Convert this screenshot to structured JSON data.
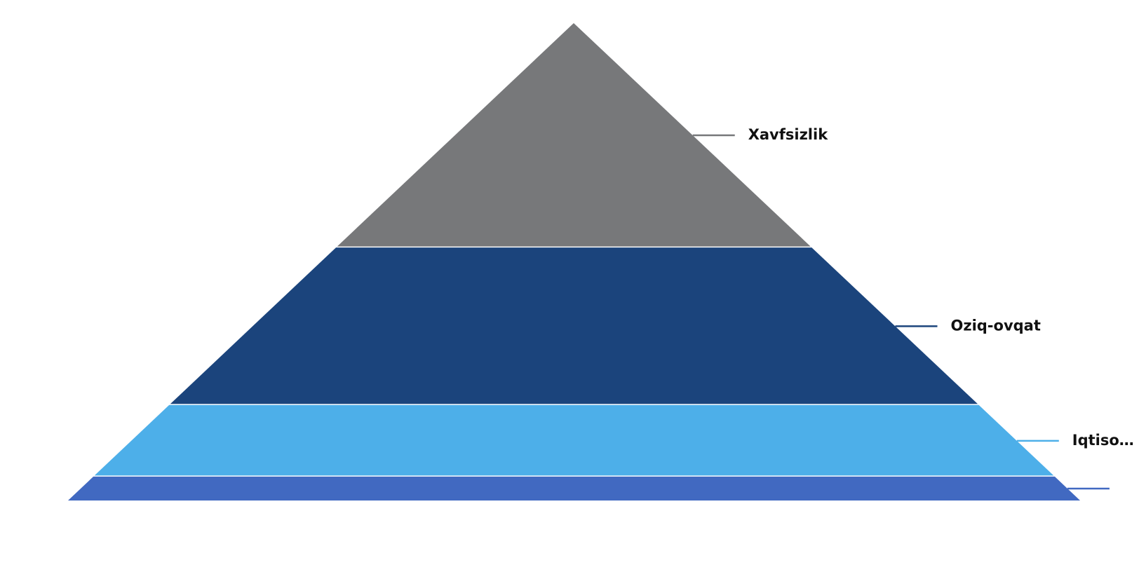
{
  "chart_data": {
    "type": "pyramid",
    "title": "",
    "order": "top-to-bottom",
    "segments": [
      {
        "label": "Xavfsizlik",
        "display_label": "Xavfsizlik",
        "share": 0.47,
        "color": "#77787A"
      },
      {
        "label": "Oziq-ovqat",
        "display_label": "Oziq-ovqat",
        "share": 0.33,
        "color": "#1B447C"
      },
      {
        "label": "Iqtiso…",
        "display_label": "Iqtiso…",
        "share": 0.15,
        "color": "#4DAFE9"
      },
      {
        "label": "",
        "display_label": "",
        "share": 0.05,
        "color": "#4169C1"
      }
    ],
    "legend": "none",
    "grid": false
  }
}
